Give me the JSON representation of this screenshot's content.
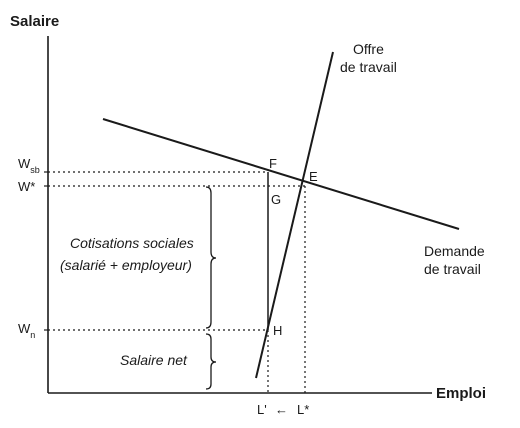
{
  "axes": {
    "y_title": "Salaire",
    "x_title": "Emploi"
  },
  "curves": {
    "supply": [
      "Offre",
      "de travail"
    ],
    "demand": [
      "Demande",
      "de travail"
    ]
  },
  "wages": {
    "wsb": {
      "base": "W",
      "sub": "sb"
    },
    "wstar": "W*",
    "wn": {
      "base": "W",
      "sub": "n"
    }
  },
  "points": {
    "f": "F",
    "g": "G",
    "e": "E",
    "h": "H"
  },
  "employment": {
    "l_prime": "L'",
    "arrow": "←",
    "l_star": "L*"
  },
  "annotations": {
    "cotisations": [
      "Cotisations sociales",
      "(salarié + employeur)"
    ],
    "salaire_net": "Salaire net"
  },
  "colors": {
    "ink": "#1a1a1a",
    "background": "#ffffff"
  }
}
